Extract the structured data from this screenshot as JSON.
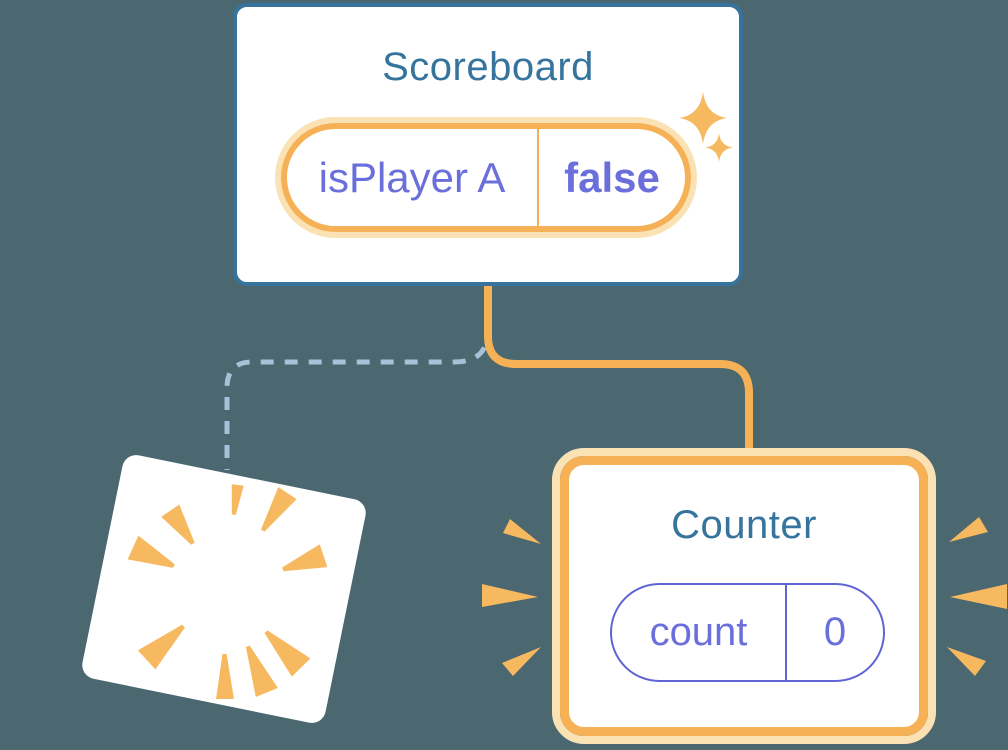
{
  "scoreboard": {
    "title": "Scoreboard",
    "state_pill": {
      "label": "isPlayer A",
      "value": "false"
    }
  },
  "counter": {
    "title": "Counter",
    "state_pill": {
      "label": "count",
      "value": "0"
    }
  },
  "icons": {
    "sparkle": "sparkle-icon",
    "burst": "burst-icon",
    "emphasis_rays": "emphasis-rays-icon"
  },
  "colors": {
    "background": "#4B6770",
    "card_blue": "#36749E",
    "accent_orange": "#F6B156",
    "accent_orange_glow": "#FBE2B4",
    "ray_orange": "#F7B95F",
    "state_purple": "#6A6FDB",
    "pill_border_purple": "#5F66D4",
    "dashed_line_blue": "#A7C2D8",
    "card_background": "#FFFFFF"
  }
}
